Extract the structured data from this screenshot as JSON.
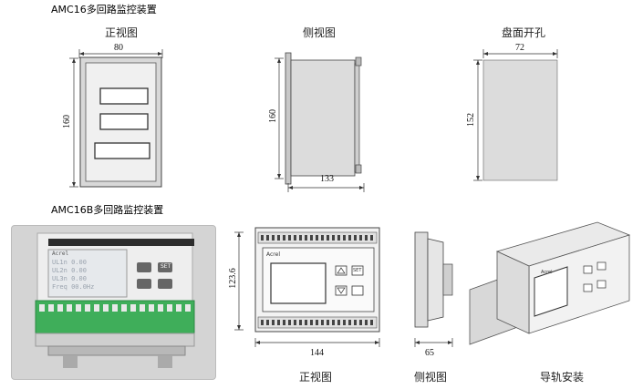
{
  "section1": {
    "title": "AMC16多回路监控装置",
    "views": {
      "front": {
        "label": "正视图",
        "width": "80",
        "height": "160"
      },
      "side": {
        "label": "侧视图",
        "height": "160",
        "depth": "133"
      },
      "cutout": {
        "label": "盘面开孔",
        "width": "72",
        "height": "152"
      }
    }
  },
  "section2": {
    "title": "AMC16B多回路监控装置",
    "device_photo": {
      "brand": "Acrel",
      "screen_lines": [
        "UL1n 0.00",
        "UL2n 0.00",
        "UL3n 0.00",
        "Freq 00.0Hz"
      ],
      "key_set": "SET"
    },
    "views": {
      "front": {
        "label": "正视图",
        "width": "144",
        "height": "123.6",
        "brand": "Acrel",
        "key_set": "SET"
      },
      "side": {
        "label": "侧视图",
        "depth": "65"
      },
      "rail": {
        "label": "导轨安装",
        "brand": "Acrel"
      }
    }
  }
}
